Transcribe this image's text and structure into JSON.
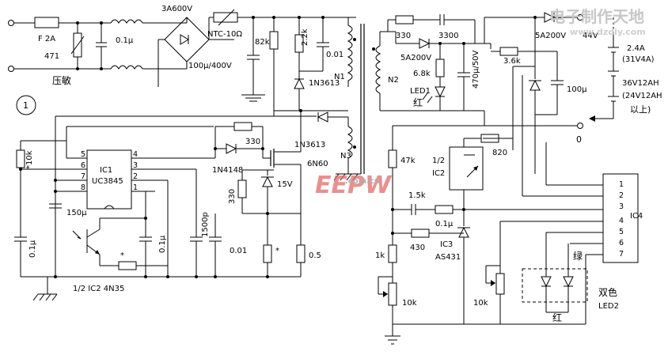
{
  "labels": {
    "fuse": "F  2A",
    "varistor_val": "471",
    "varistor_name": "压敏",
    "cap_01u_in": "0.1μ",
    "bridge": "3A600V",
    "ntc": "NTC-10Ω",
    "bulk_cap": "100μ/400V",
    "r82k": "82k",
    "r22k": "2.2k",
    "c001_top": "0.01",
    "d_1n3613_a": "1N3613",
    "n1": "N1",
    "circle_num": "1",
    "r10k": "*10k",
    "r330_gate": "330",
    "d_1n3613_b": "1N3613",
    "d_1n4148": "1N4148",
    "mosfet": "6N60",
    "n3": "N3",
    "zener15": "15V",
    "ic1": "IC1",
    "uc3845": "UC3845",
    "c150u": "150μ",
    "r330_v": "330",
    "c1500p": "1500p",
    "c001_mid": "0.01",
    "c01u_left": "0.1μ",
    "c01u_mid": "0.1μ",
    "r_star": "*",
    "r_star2": "*",
    "r05": "0.5",
    "ic2_bottom": "1/2  IC2  4N35",
    "r330_out": "330",
    "c3300": "3300",
    "d5a200v": "5A200V",
    "r68k": "6.8k",
    "led1": "LED1",
    "red1": "红",
    "n2": "N2",
    "c470": "470μ/50V",
    "d5a200v_2": "5A200V",
    "v44": "44V",
    "r36k": "3.6k",
    "c100u": "100μ",
    "out_24a": "2.4A",
    "out_31v": "(31V4A)",
    "batt_36": "36V12AH",
    "batt_24": "(24V12AH",
    "batt_up": "以上)",
    "zero": "0",
    "r47k": "47k",
    "ic2_half": "1/2",
    "ic2_name": "IC2",
    "r820": "820",
    "r15k": "1.5k",
    "c01u_out": "0.1μ",
    "r430": "430",
    "ic3": "IC3",
    "as431": "AS431",
    "r1k": "1k",
    "r10k_pot": "10k",
    "r10k_pot2": "10k",
    "red2": "红",
    "green": "绿",
    "bicolor": "双色",
    "led2": "LED2",
    "ic4": "IC4",
    "ic4_pins": [
      "1",
      "2",
      "3",
      "4",
      "5",
      "6",
      "7"
    ],
    "ic1_pins_left": [
      "5",
      "6",
      "7",
      "8"
    ],
    "ic1_pins_right": [
      "4",
      "3",
      "2",
      "1"
    ],
    "watermark_top": "电子制作天地",
    "watermark_url": "www.dzdiy.com",
    "watermark_eepw": "EEPW",
    "watermark_cn": ".com.cn"
  }
}
